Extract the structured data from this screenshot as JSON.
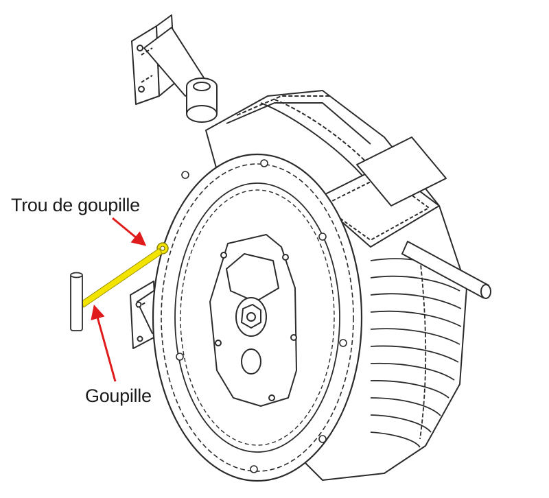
{
  "callouts": {
    "pin_hole_label": "Trou de goupille",
    "pin_label": "Goupille"
  },
  "colors": {
    "line_art": "#2b2b2b",
    "pin_highlight": "#f2e400",
    "arrow": "#e01b1b",
    "text": "#1a1a1a"
  },
  "icons": {
    "main_object": "hose-reel-drawing",
    "pointer": "red-arrow"
  }
}
